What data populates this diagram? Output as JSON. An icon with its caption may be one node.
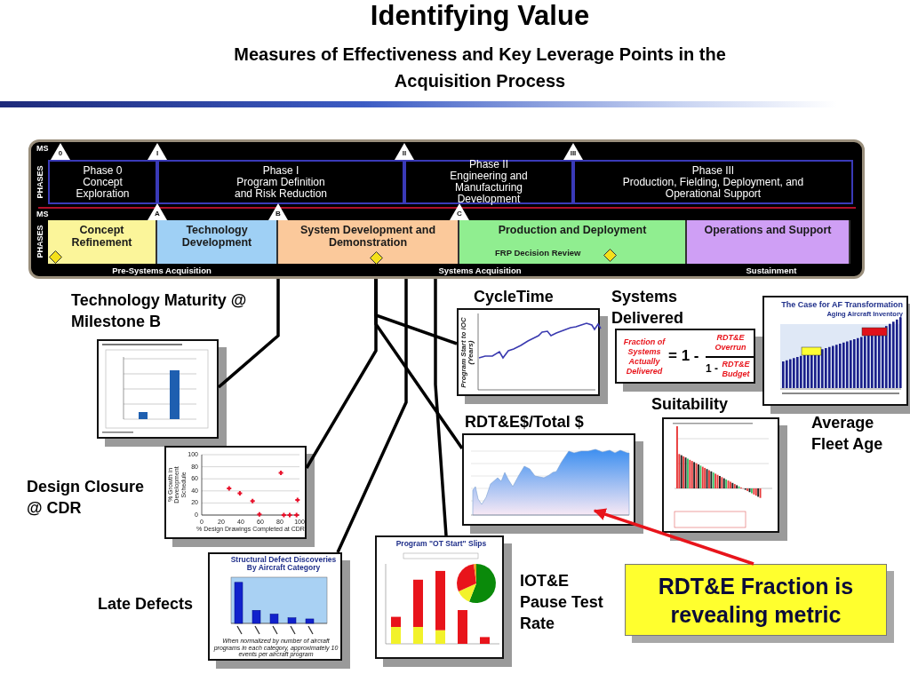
{
  "diagram": {
    "title": "Identifying Value",
    "nodes": [
      {
        "text": [],
        "shape": "box"
      },
      {
        "text": [
          "Phase 0",
          "Concept Exploration"
        ],
        "in": 0
      },
      {
        "text": [
          "Phase I",
          "Program Definition and Risk Reduction"
        ],
        "in": 0
      },
      {
        "text": [
          "Phase II",
          "Engineering and Manufacturing Development"
        ],
        "in": 0
      },
      {
        "text": [
          "Phase III",
          "Production, Fielding, Deployment, and Operational Support"
        ],
        "in": 0
      },
      {
        "text": [
          "Concept Refinement"
        ],
        "in": 0
      },
      {
        "text": [
          "Technology Development"
        ],
        "in": 0
      },
      {
        "text": [
          "System Development and Demonstration"
        ],
        "in": 0
      },
      {
        "text": [
          "Production and Deployment",
          "FRP Decision Review"
        ],
        "in": 0
      },
      {
        "text": [
          "Operations and Support"
        ],
        "in": 0
      },
      {
        "text": [
          "Technology Maturity @ Milestone B"
        ]
      },
      {
        "text": [
          "Design Closure @ CDR"
        ]
      },
      {
        "text": [
          "Late Defects",
          "Structural Defect Discoveries By Aircraft Category",
          "When normalized by number of aircraft programs in each category, approximately 10 events per aircraft program"
        ]
      },
      {
        "text": [
          "CycleTime",
          "Program Start to IOC (Years)"
        ]
      },
      {
        "text": [
          "Systems Delivered",
          "Fraction of Systems Actually Delivered",
          "= 1 -",
          "RDT&E Overrun",
          "1 -",
          "RDT&E Budget"
        ]
      },
      {
        "text": [
          "The Case for AF Transformation",
          "Aging Aircraft Inventory",
          "Average Fleet Age"
        ]
      },
      {
        "text": [
          "RDT&E$/Total $"
        ]
      },
      {
        "text": [
          "Suitability"
        ]
      },
      {
        "text": [
          "Program \"OT Start\" Slips",
          "IOT&E Pause Test Rate"
        ]
      },
      {
        "text": [
          "RDT&E Fraction is revealing metric"
        ]
      }
    ],
    "edges": [
      {
        "from": 0,
        "to": 10,
        "arrow": "none"
      },
      {
        "from": 0,
        "to": 13,
        "arrow": "none"
      },
      {
        "from": 0,
        "to": 16,
        "arrow": "none"
      },
      {
        "from": 0,
        "to": 11,
        "arrow": "none"
      },
      {
        "from": 0,
        "to": 12,
        "arrow": "none"
      },
      {
        "from": 0,
        "to": 18,
        "arrow": "none"
      },
      {
        "from": 19,
        "to": 16,
        "arrow": "to",
        "color": "#e8141b"
      }
    ],
    "labels": [
      "Measures of Effectiveness and Key Leverage Points in the Acquisition Process",
      "MS",
      "0",
      "I",
      "II",
      "III",
      "PHASES",
      "MS",
      "A",
      "B",
      "C",
      "PHASES",
      "Pre-Systems Acquisition",
      "Systems Acquisition",
      "Sustainment"
    ],
    "chart_data": {
      "type": "scatter",
      "xlabel": "% Design Drawings Completed at CDR",
      "ylabel": "% Growth in Development Schedule",
      "x": [
        28,
        39,
        52,
        59,
        81,
        84,
        90,
        97,
        98
      ],
      "series": [
        {
          "color": "#e8102a",
          "values": [
            44,
            36,
            23,
            1,
            70,
            0,
            0,
            0,
            25
          ]
        }
      ],
      "grid": true,
      "xlim": [
        0,
        100
      ],
      "ylim": [
        0,
        100
      ],
      "xticks": [
        0,
        20,
        40,
        60,
        80,
        100
      ],
      "yticks": [
        0,
        20,
        40,
        60,
        80,
        100
      ]
    }
  }
}
